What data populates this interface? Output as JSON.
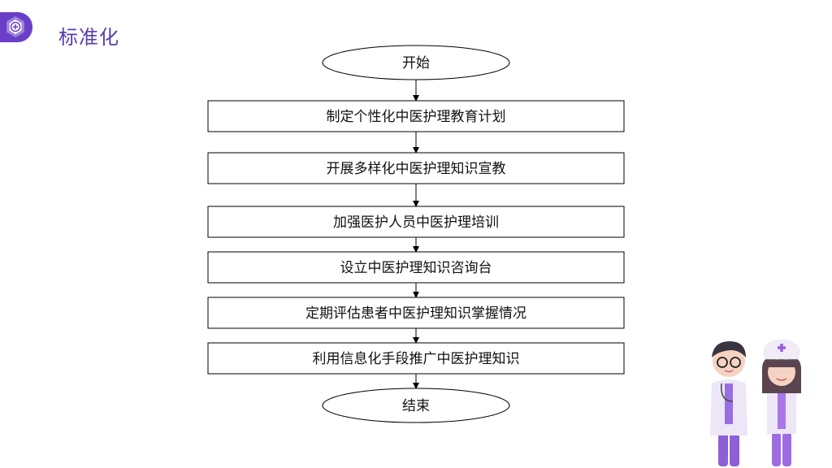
{
  "header": {
    "title": "标准化",
    "logo_icon": "hexagon-plus-icon"
  },
  "flowchart": {
    "start": "开始",
    "steps": [
      "制定个性化中医护理教育计划",
      "开展多样化中医护理知识宣教",
      "加强医护人员中医护理培训",
      "设立中医护理知识咨询台",
      "定期评估患者中医护理知识掌握情况",
      "利用信息化手段推广中医护理知识"
    ],
    "end": "结束"
  },
  "colors": {
    "accent": "#6a3fc8",
    "title": "#5a3cb0"
  }
}
